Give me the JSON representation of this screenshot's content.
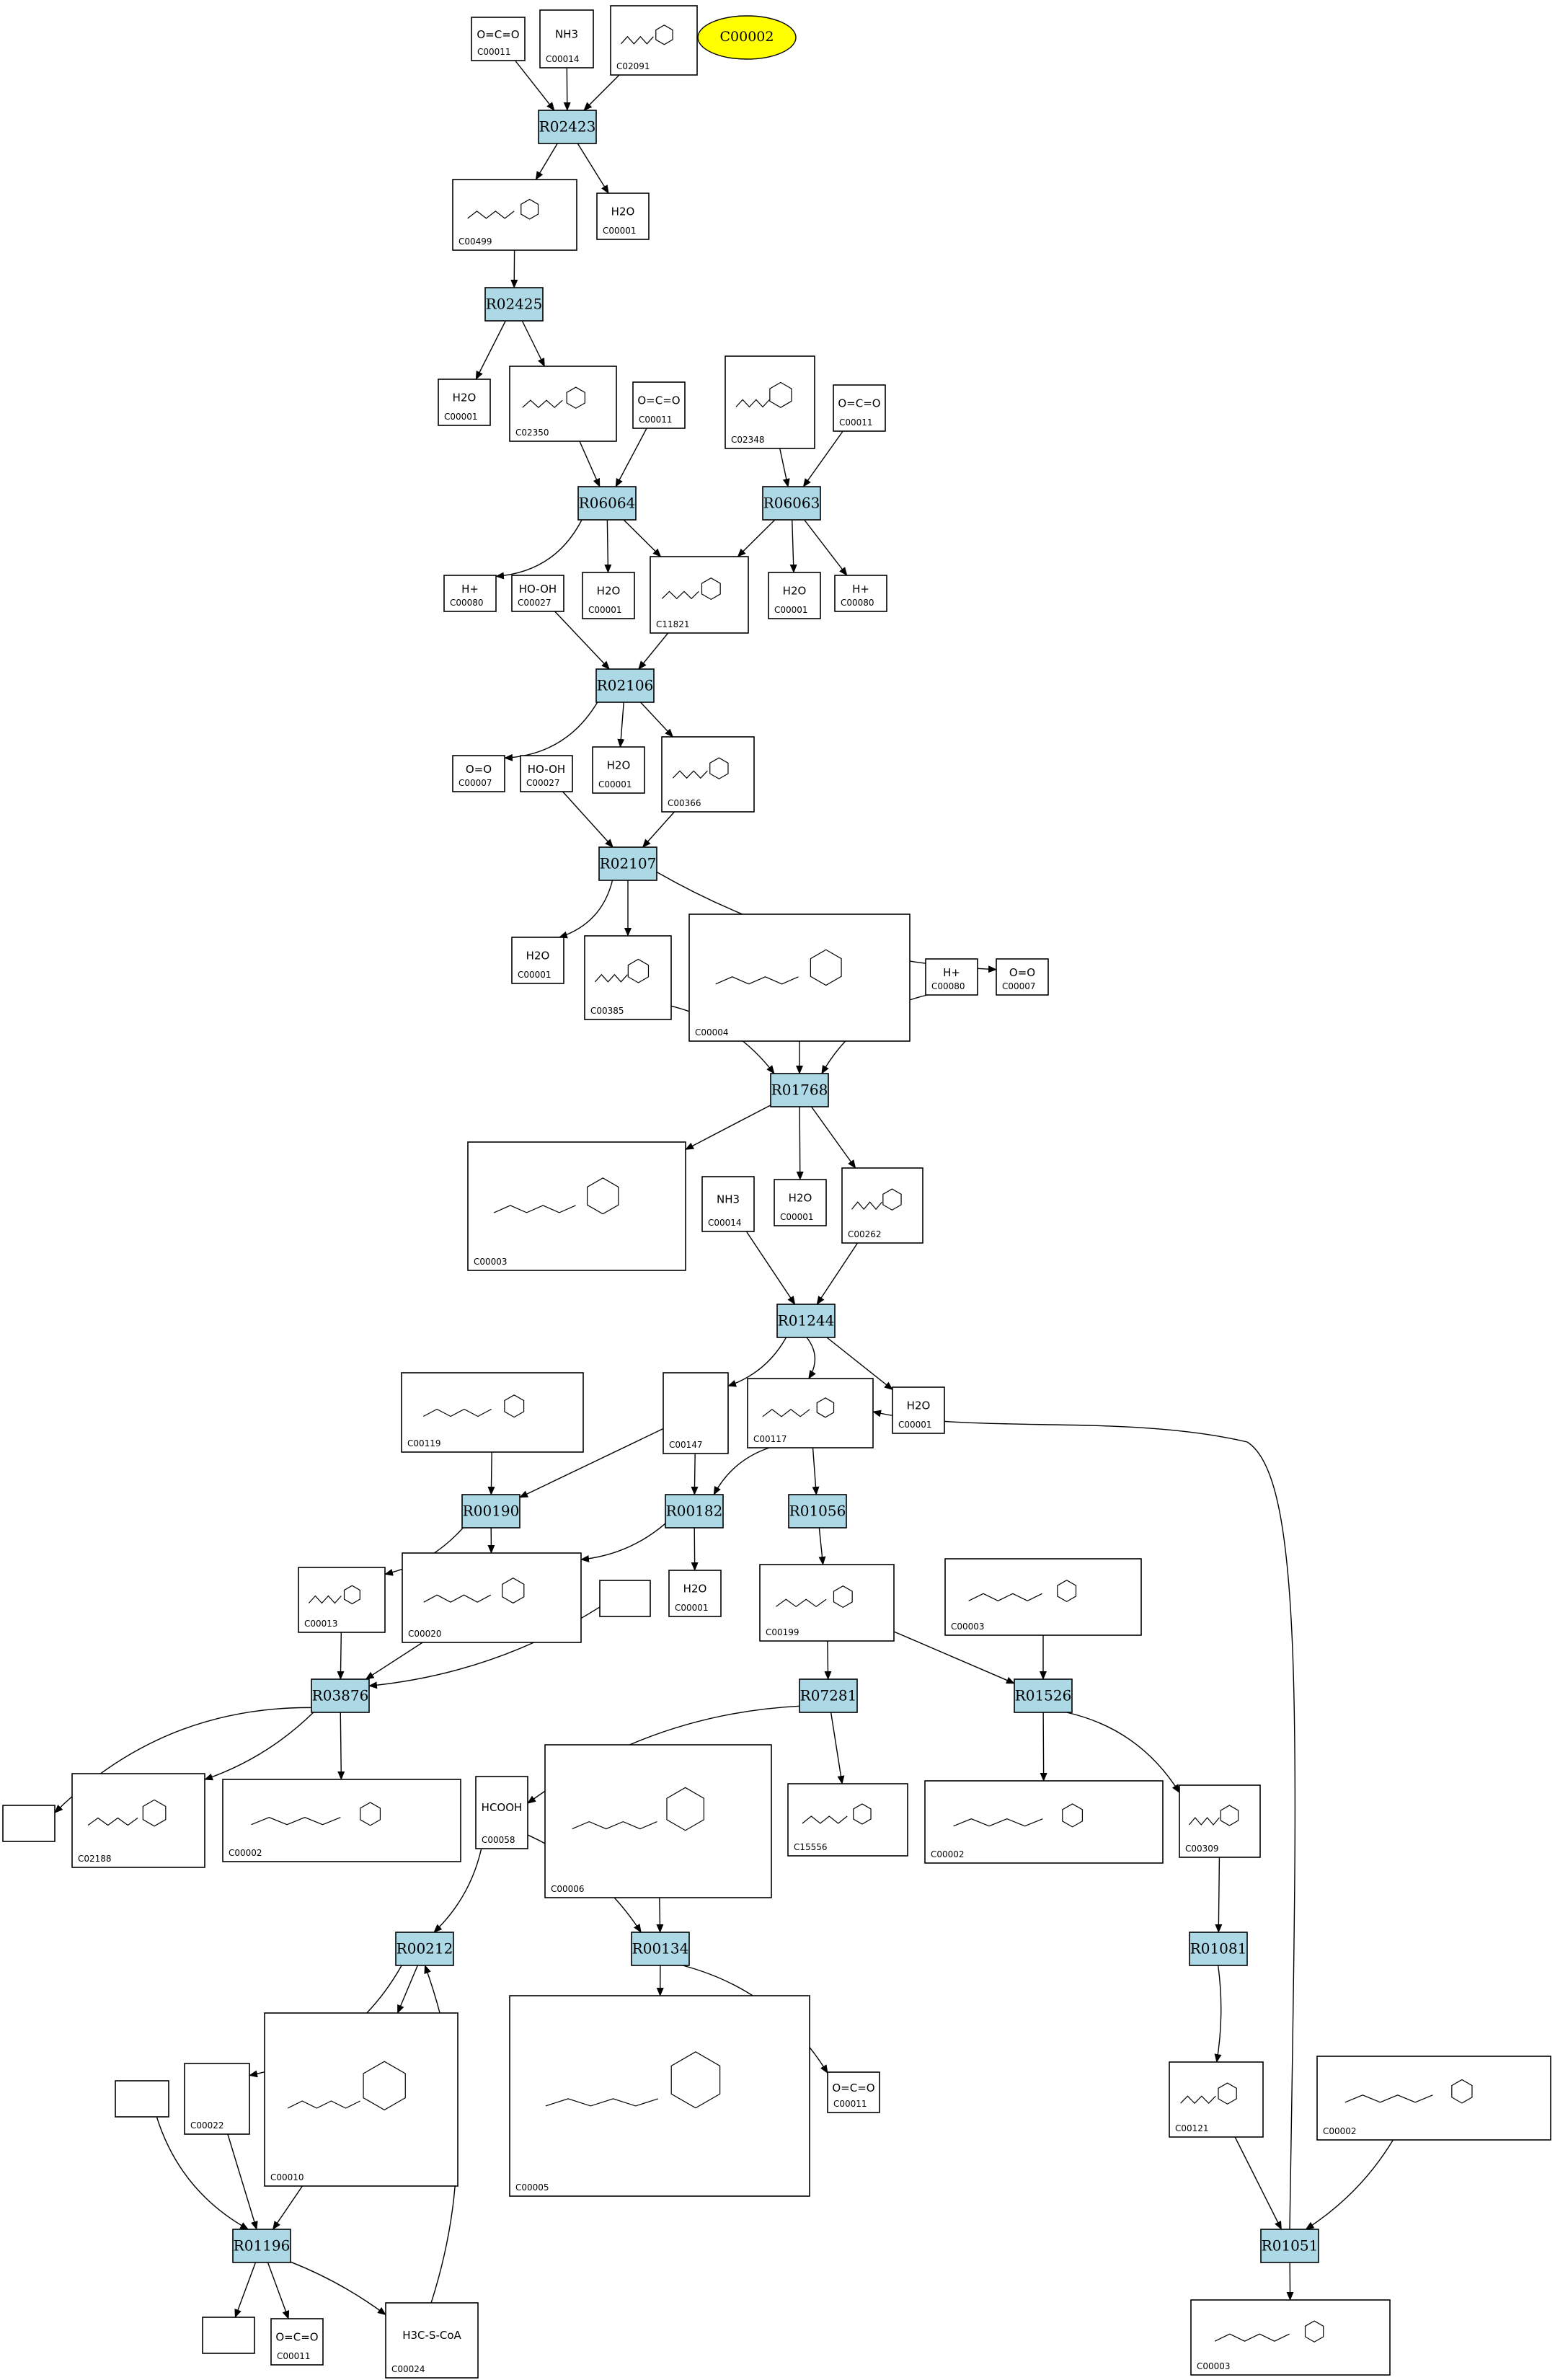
{
  "highlight": {
    "id": "C00002"
  },
  "reactions": [
    {
      "id": "R02423"
    },
    {
      "id": "R02425"
    },
    {
      "id": "R06064"
    },
    {
      "id": "R06063"
    },
    {
      "id": "R02106"
    },
    {
      "id": "R02107"
    },
    {
      "id": "R01768"
    },
    {
      "id": "R01244"
    },
    {
      "id": "R00190"
    },
    {
      "id": "R00182"
    },
    {
      "id": "R01056"
    },
    {
      "id": "R03876"
    },
    {
      "id": "R07281"
    },
    {
      "id": "R01526"
    },
    {
      "id": "R00212"
    },
    {
      "id": "R00134"
    },
    {
      "id": "R01081"
    },
    {
      "id": "R01196"
    },
    {
      "id": "R01051"
    }
  ],
  "compounds": [
    {
      "id": "C00011",
      "formula": "O=C=O"
    },
    {
      "id": "C00014",
      "formula": "NH3"
    },
    {
      "id": "C02091",
      "formula": ""
    },
    {
      "id": "C00499",
      "formula": ""
    },
    {
      "id": "C00001",
      "formula": "H2O"
    },
    {
      "id": "C00001",
      "formula": "H2O"
    },
    {
      "id": "C02350",
      "formula": ""
    },
    {
      "id": "C00011",
      "formula": "O=C=O"
    },
    {
      "id": "C02348",
      "formula": ""
    },
    {
      "id": "C00011",
      "formula": "O=C=O"
    },
    {
      "id": "C00080",
      "formula": "H+"
    },
    {
      "id": "C00027",
      "formula": "HO-OH"
    },
    {
      "id": "C00001",
      "formula": "H2O"
    },
    {
      "id": "C11821",
      "formula": ""
    },
    {
      "id": "C00001",
      "formula": "H2O"
    },
    {
      "id": "C00080",
      "formula": "H+"
    },
    {
      "id": "C00007",
      "formula": "O=O"
    },
    {
      "id": "C00027",
      "formula": "HO-OH"
    },
    {
      "id": "C00001",
      "formula": "H2O"
    },
    {
      "id": "C00366",
      "formula": ""
    },
    {
      "id": "C00001",
      "formula": "H2O"
    },
    {
      "id": "C00385",
      "formula": ""
    },
    {
      "id": "C00004",
      "formula": ""
    },
    {
      "id": "C00080",
      "formula": "H+"
    },
    {
      "id": "C00007",
      "formula": "O=O"
    },
    {
      "id": "C00003",
      "formula": ""
    },
    {
      "id": "C00014",
      "formula": "NH3"
    },
    {
      "id": "C00001",
      "formula": "H2O"
    },
    {
      "id": "C00262",
      "formula": ""
    },
    {
      "id": "C00119",
      "formula": ""
    },
    {
      "id": "C00147",
      "formula": ""
    },
    {
      "id": "C00117",
      "formula": ""
    },
    {
      "id": "C00001",
      "formula": "H2O"
    },
    {
      "id": "C00013",
      "formula": ""
    },
    {
      "id": "C00020",
      "formula": ""
    },
    {
      "id": "",
      "formula": ""
    },
    {
      "id": "C00001",
      "formula": "H2O"
    },
    {
      "id": "C00199",
      "formula": ""
    },
    {
      "id": "C00003",
      "formula": ""
    },
    {
      "id": "",
      "formula": ""
    },
    {
      "id": "C02188",
      "formula": ""
    },
    {
      "id": "C00002",
      "formula": ""
    },
    {
      "id": "C00058",
      "formula": "HCOOH"
    },
    {
      "id": "C00006",
      "formula": ""
    },
    {
      "id": "C15556",
      "formula": ""
    },
    {
      "id": "C00002",
      "formula": ""
    },
    {
      "id": "C00309",
      "formula": ""
    },
    {
      "id": "C00022",
      "formula": ""
    },
    {
      "id": "C00010",
      "formula": ""
    },
    {
      "id": "C00005",
      "formula": ""
    },
    {
      "id": "C00011",
      "formula": "O=C=O"
    },
    {
      "id": "C00121",
      "formula": ""
    },
    {
      "id": "C00002",
      "formula": ""
    },
    {
      "id": "",
      "formula": ""
    },
    {
      "id": "",
      "formula": ""
    },
    {
      "id": "C00011",
      "formula": "O=C=O"
    },
    {
      "id": "C00024",
      "formula": "H3C-S-CoA"
    },
    {
      "id": "C00003",
      "formula": ""
    }
  ]
}
